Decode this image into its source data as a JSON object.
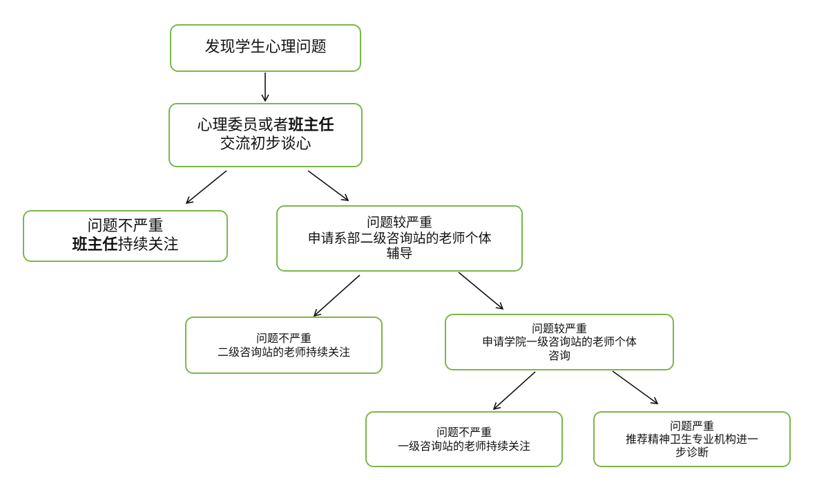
{
  "diagram": {
    "nodes": [
      {
        "id": "discover",
        "lines": [
          "发现学生心理问题"
        ]
      },
      {
        "id": "initial-talk",
        "line1_normal": "心理委员或者",
        "line1_bold": "班主任",
        "line2": "交流初步谈心"
      },
      {
        "id": "minor-class-teacher",
        "line1": "问题不严重",
        "line2_bold": "班主任",
        "line2_normal": "持续关注"
      },
      {
        "id": "serious-dept",
        "lines": [
          "问题较严重",
          "申请系部二级咨询站的老师个体",
          "辅导"
        ]
      },
      {
        "id": "minor-level2",
        "lines": [
          "问题不严重",
          "二级咨询站的老师持续关注"
        ]
      },
      {
        "id": "serious-college",
        "lines": [
          "问题较严重",
          "申请学院一级咨询站的老师个体",
          "咨询"
        ]
      },
      {
        "id": "minor-level1",
        "lines": [
          "问题不严重",
          "一级咨询站的老师持续关注"
        ]
      },
      {
        "id": "severe-referral",
        "lines": [
          "问题严重",
          "推荐精神卫生专业机构进一",
          "步诊断"
        ]
      }
    ],
    "edges": [
      {
        "from": "discover",
        "to": "initial-talk"
      },
      {
        "from": "initial-talk",
        "to": "minor-class-teacher"
      },
      {
        "from": "initial-talk",
        "to": "serious-dept"
      },
      {
        "from": "serious-dept",
        "to": "minor-level2"
      },
      {
        "from": "serious-dept",
        "to": "serious-college"
      },
      {
        "from": "serious-college",
        "to": "minor-level1"
      },
      {
        "from": "serious-college",
        "to": "severe-referral"
      }
    ],
    "colors": {
      "node_border": "#7ab648",
      "arrow": "#111111"
    }
  }
}
